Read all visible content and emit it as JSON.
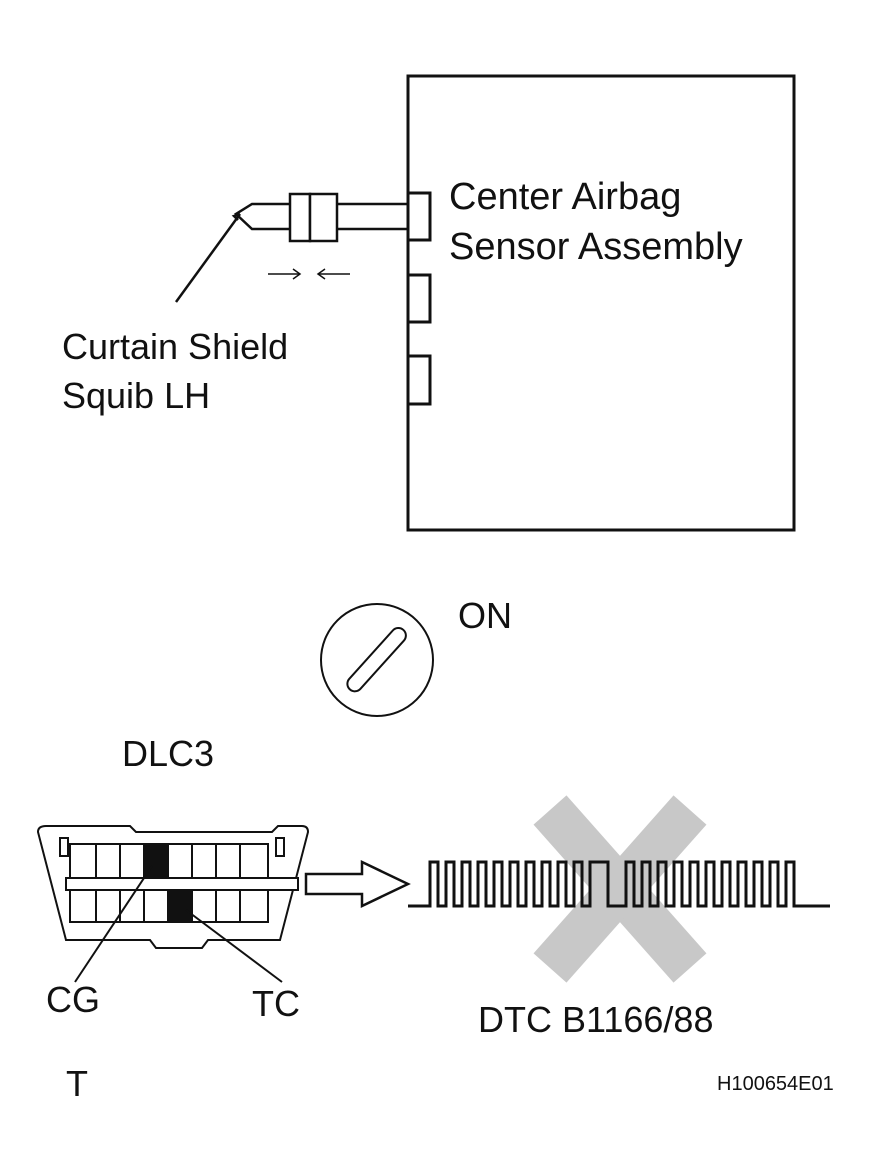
{
  "sensor_label_line1": "Center Airbag",
  "sensor_label_line2": "Sensor Assembly",
  "squib_label_line1": "Curtain Shield",
  "squib_label_line2": "Squib LH",
  "ignition_label": "ON",
  "connector_label": "DLC3",
  "pin_cg_label": "CG",
  "pin_tc_label": "TC",
  "dtc_label": "DTC B1166/88",
  "corner_label": "T",
  "figure_code": "H100654E01",
  "colors": {
    "line": "#111111",
    "cross": "#c8c8c8",
    "pin_fill": "#111111"
  },
  "icons": {
    "ignition": "ignition-key-icon",
    "arrow": "right-arrow-icon",
    "cross": "x-mark-icon"
  }
}
